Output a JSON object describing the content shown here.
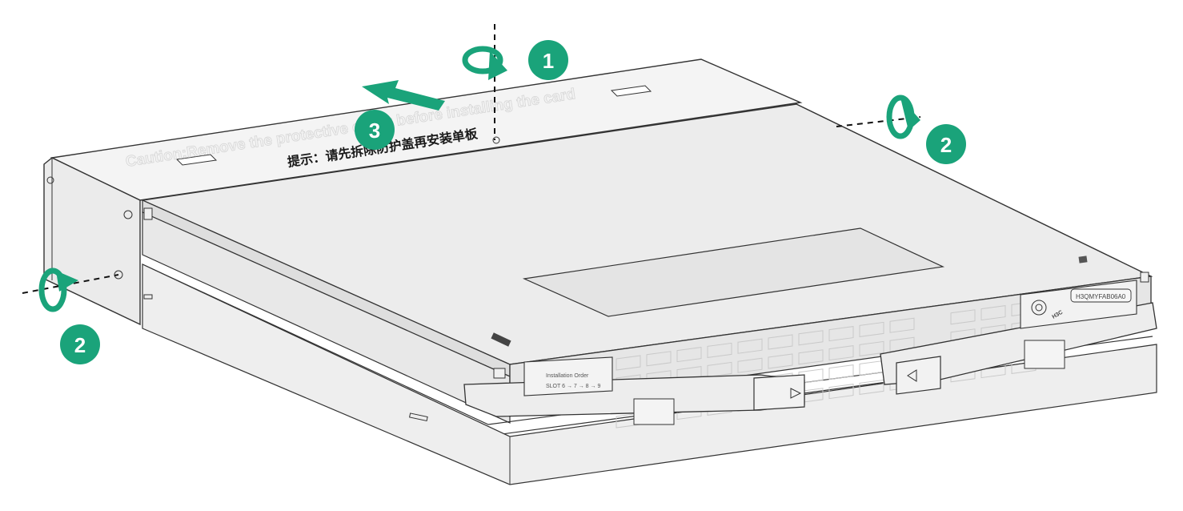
{
  "diagram": {
    "protective_cover": {
      "caution_en": "Caution:Remove the protective cover before installing the card",
      "caution_cn": "提示：请先拆除防护盖再安装单板"
    },
    "label_installation_order": {
      "line1": "Installation Order",
      "line2": "SLOT 6 → 7 → 8 → 9"
    },
    "model_label": "H3QMYFAB06A0",
    "brand_label": "H3C",
    "steps": [
      {
        "number": "1",
        "action": "rotate-captive-screw-top"
      },
      {
        "number": "2",
        "action": "rotate-captive-screw-right"
      },
      {
        "number": "2",
        "action": "rotate-captive-screw-left"
      },
      {
        "number": "3",
        "action": "slide-cover-off"
      }
    ],
    "colors": {
      "accent": "#1aa37a",
      "outline": "#333333",
      "fill_light": "#f0f0f0",
      "fill_mid": "#e2e2e2"
    }
  }
}
